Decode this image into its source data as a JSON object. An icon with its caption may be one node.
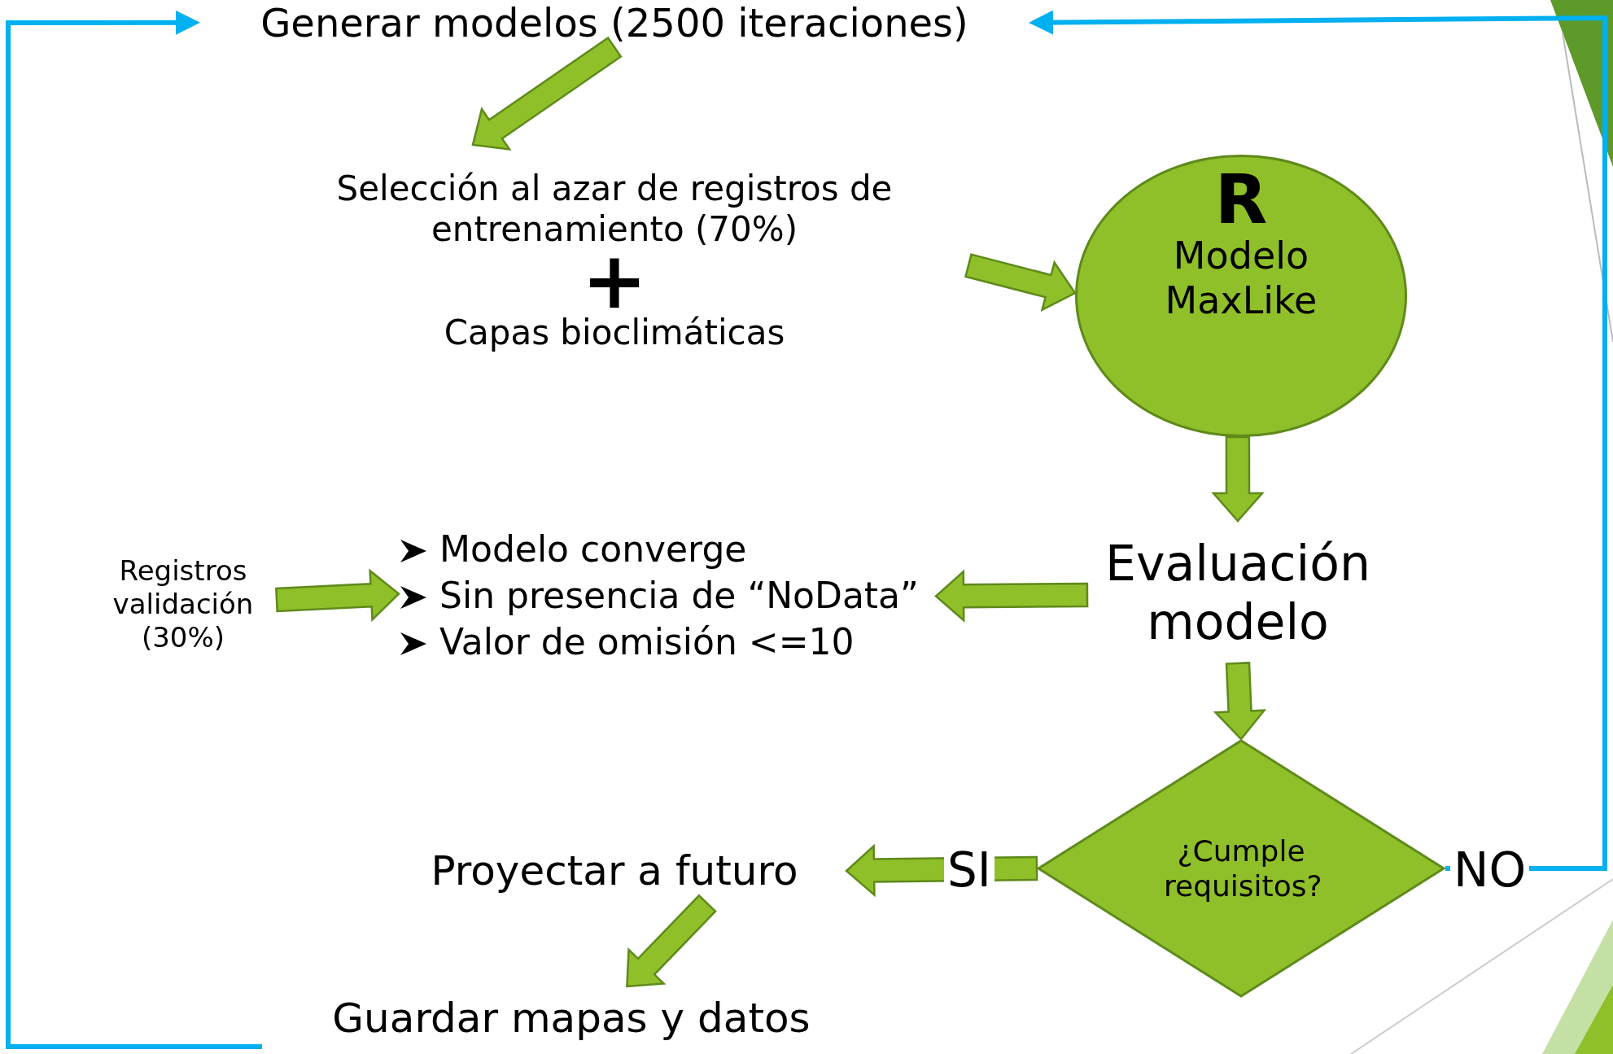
{
  "diagram": {
    "nodes": [
      {
        "text": [
          "Generar modelos (2500 iteraciones)"
        ]
      },
      {
        "text": [
          "Selección al azar de registros de entrenamiento (70%)",
          "+",
          "Capas bioclimáticas"
        ]
      },
      {
        "text": [
          "R",
          "Modelo MaxLike"
        ]
      },
      {
        "text": [
          "Evaluación modelo"
        ]
      },
      {
        "text": [
          "Modelo converge",
          "Sin presencia de “NoData”",
          "Valor de omisión <=10"
        ]
      },
      {
        "text": [
          "Registros validación (30%)"
        ]
      },
      {
        "text": [
          "¿Cumple requisitos?"
        ]
      },
      {
        "text": [
          "Proyectar a futuro"
        ]
      },
      {
        "text": [
          "Guardar mapas y datos"
        ]
      }
    ],
    "edges": [
      {
        "from": 0,
        "to": 1,
        "arrow": "to"
      },
      {
        "from": 1,
        "to": 2,
        "arrow": "to"
      },
      {
        "from": 2,
        "to": 3,
        "arrow": "to"
      },
      {
        "from": 3,
        "to": 4,
        "arrow": "to"
      },
      {
        "from": 5,
        "to": 4,
        "arrow": "to"
      },
      {
        "from": 3,
        "to": 6,
        "arrow": "to"
      },
      {
        "from": 6,
        "to": 7,
        "arrow": "to",
        "label": "SI"
      },
      {
        "from": 7,
        "to": 8,
        "arrow": "to"
      },
      {
        "from": 8,
        "to": 0,
        "arrow": "to",
        "color": "#00b0f0"
      },
      {
        "from": 6,
        "to": 0,
        "arrow": "to",
        "label": "NO",
        "color": "#00b0f0"
      }
    ]
  }
}
